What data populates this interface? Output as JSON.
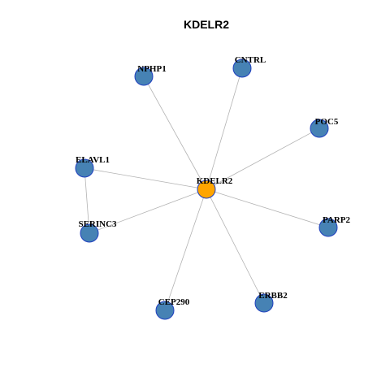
{
  "title": "KDELR2",
  "colors": {
    "center_node": "#FFA500",
    "neighbor_node": "#4682B4",
    "edge": "#B3B3B3",
    "node_border": "#1F3FBF"
  },
  "nodes": [
    {
      "id": "KDELR2",
      "label": "KDELR2",
      "role": "center"
    },
    {
      "id": "NPHP1",
      "label": "NPHP1",
      "role": "neighbor"
    },
    {
      "id": "CNTRL",
      "label": "CNTRL",
      "role": "neighbor"
    },
    {
      "id": "POC5",
      "label": "POC5",
      "role": "neighbor"
    },
    {
      "id": "ELAVL1",
      "label": "ELAVL1",
      "role": "neighbor"
    },
    {
      "id": "SERINC3",
      "label": "SERINC3",
      "role": "neighbor"
    },
    {
      "id": "PARP2",
      "label": "PARP2",
      "role": "neighbor"
    },
    {
      "id": "CEP290",
      "label": "CEP290",
      "role": "neighbor"
    },
    {
      "id": "ERBB2",
      "label": "ERBB2",
      "role": "neighbor"
    }
  ],
  "edges": [
    {
      "source": "KDELR2",
      "target": "NPHP1"
    },
    {
      "source": "KDELR2",
      "target": "CNTRL"
    },
    {
      "source": "KDELR2",
      "target": "POC5"
    },
    {
      "source": "KDELR2",
      "target": "ELAVL1"
    },
    {
      "source": "KDELR2",
      "target": "SERINC3"
    },
    {
      "source": "KDELR2",
      "target": "PARP2"
    },
    {
      "source": "KDELR2",
      "target": "CEP290"
    },
    {
      "source": "KDELR2",
      "target": "ERBB2"
    },
    {
      "source": "ELAVL1",
      "target": "SERINC3"
    }
  ]
}
